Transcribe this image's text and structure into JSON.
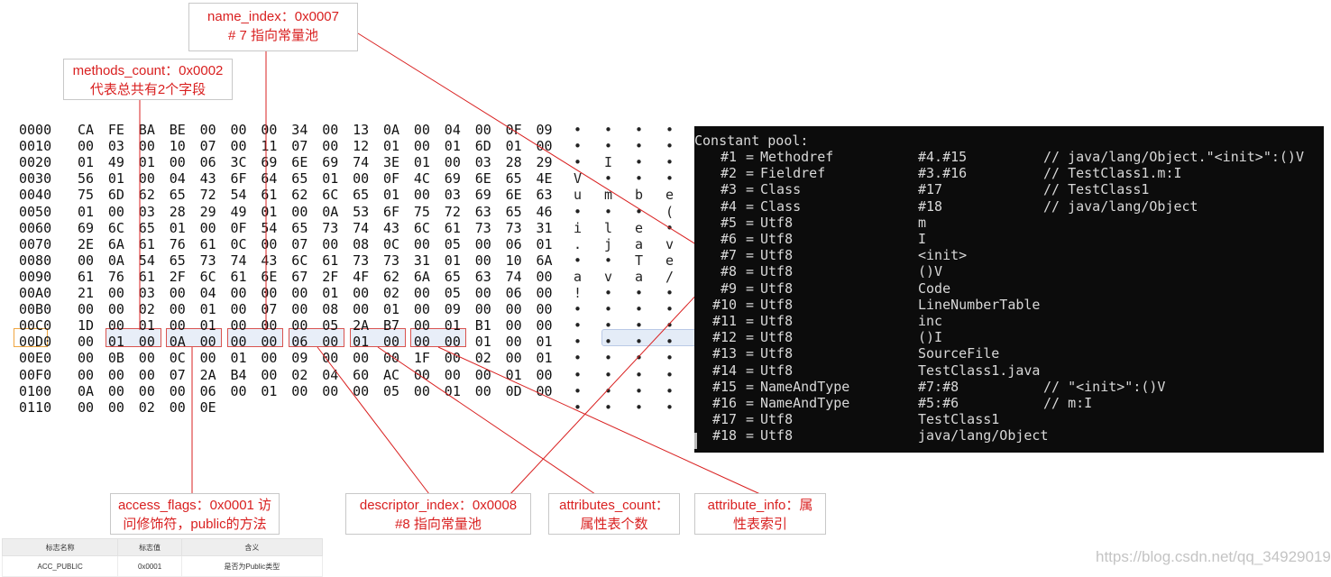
{
  "hex": {
    "rows": [
      {
        "addr": "0000",
        "bytes": [
          "CA",
          "FE",
          "BA",
          "BE",
          "00",
          "00",
          "00",
          "34",
          "00",
          "13",
          "0A",
          "00",
          "04",
          "00",
          "0F",
          "09"
        ],
        "chars": [
          "•",
          "•",
          "•",
          "•"
        ]
      },
      {
        "addr": "0010",
        "bytes": [
          "00",
          "03",
          "00",
          "10",
          "07",
          "00",
          "11",
          "07",
          "00",
          "12",
          "01",
          "00",
          "01",
          "6D",
          "01",
          "00"
        ],
        "chars": [
          "•",
          "•",
          "•",
          "•"
        ]
      },
      {
        "addr": "0020",
        "bytes": [
          "01",
          "49",
          "01",
          "00",
          "06",
          "3C",
          "69",
          "6E",
          "69",
          "74",
          "3E",
          "01",
          "00",
          "03",
          "28",
          "29"
        ],
        "chars": [
          "•",
          "I",
          "•",
          "•"
        ]
      },
      {
        "addr": "0030",
        "bytes": [
          "56",
          "01",
          "00",
          "04",
          "43",
          "6F",
          "64",
          "65",
          "01",
          "00",
          "0F",
          "4C",
          "69",
          "6E",
          "65",
          "4E"
        ],
        "chars": [
          "V",
          "•",
          "•",
          "•"
        ]
      },
      {
        "addr": "0040",
        "bytes": [
          "75",
          "6D",
          "62",
          "65",
          "72",
          "54",
          "61",
          "62",
          "6C",
          "65",
          "01",
          "00",
          "03",
          "69",
          "6E",
          "63"
        ],
        "chars": [
          "u",
          "m",
          "b",
          "e"
        ]
      },
      {
        "addr": "0050",
        "bytes": [
          "01",
          "00",
          "03",
          "28",
          "29",
          "49",
          "01",
          "00",
          "0A",
          "53",
          "6F",
          "75",
          "72",
          "63",
          "65",
          "46"
        ],
        "chars": [
          "•",
          "•",
          "•",
          "("
        ]
      },
      {
        "addr": "0060",
        "bytes": [
          "69",
          "6C",
          "65",
          "01",
          "00",
          "0F",
          "54",
          "65",
          "73",
          "74",
          "43",
          "6C",
          "61",
          "73",
          "73",
          "31"
        ],
        "chars": [
          "i",
          "l",
          "e",
          "•"
        ]
      },
      {
        "addr": "0070",
        "bytes": [
          "2E",
          "6A",
          "61",
          "76",
          "61",
          "0C",
          "00",
          "07",
          "00",
          "08",
          "0C",
          "00",
          "05",
          "00",
          "06",
          "01"
        ],
        "chars": [
          ".",
          "j",
          "a",
          "v"
        ]
      },
      {
        "addr": "0080",
        "bytes": [
          "00",
          "0A",
          "54",
          "65",
          "73",
          "74",
          "43",
          "6C",
          "61",
          "73",
          "73",
          "31",
          "01",
          "00",
          "10",
          "6A"
        ],
        "chars": [
          "•",
          "•",
          "T",
          "e"
        ]
      },
      {
        "addr": "0090",
        "bytes": [
          "61",
          "76",
          "61",
          "2F",
          "6C",
          "61",
          "6E",
          "67",
          "2F",
          "4F",
          "62",
          "6A",
          "65",
          "63",
          "74",
          "00"
        ],
        "chars": [
          "a",
          "v",
          "a",
          "/"
        ]
      },
      {
        "addr": "00A0",
        "bytes": [
          "21",
          "00",
          "03",
          "00",
          "04",
          "00",
          "00",
          "00",
          "01",
          "00",
          "02",
          "00",
          "05",
          "00",
          "06",
          "00"
        ],
        "chars": [
          "!",
          "•",
          "•",
          "•"
        ]
      },
      {
        "addr": "00B0",
        "bytes": [
          "00",
          "00",
          "02",
          "00",
          "01",
          "00",
          "07",
          "00",
          "08",
          "00",
          "01",
          "00",
          "09",
          "00",
          "00",
          "00"
        ],
        "chars": [
          "•",
          "•",
          "•",
          "•"
        ]
      },
      {
        "addr": "00C0",
        "bytes": [
          "1D",
          "00",
          "01",
          "00",
          "01",
          "00",
          "00",
          "00",
          "05",
          "2A",
          "B7",
          "00",
          "01",
          "B1",
          "00",
          "00"
        ],
        "chars": [
          "•",
          "•",
          "•",
          "•"
        ]
      },
      {
        "addr": "00D0",
        "bytes": [
          "00",
          "01",
          "00",
          "0A",
          "00",
          "00",
          "00",
          "06",
          "00",
          "01",
          "00",
          "00",
          "00",
          "01",
          "00",
          "01"
        ],
        "chars": [
          "•",
          "•",
          "•",
          "•"
        ]
      },
      {
        "addr": "00E0",
        "bytes": [
          "00",
          "0B",
          "00",
          "0C",
          "00",
          "01",
          "00",
          "09",
          "00",
          "00",
          "00",
          "1F",
          "00",
          "02",
          "00",
          "01"
        ],
        "chars": [
          "•",
          "•",
          "•",
          "•"
        ]
      },
      {
        "addr": "00F0",
        "bytes": [
          "00",
          "00",
          "00",
          "07",
          "2A",
          "B4",
          "00",
          "02",
          "04",
          "60",
          "AC",
          "00",
          "00",
          "00",
          "01",
          "00"
        ],
        "chars": [
          "•",
          "•",
          "•",
          "•"
        ]
      },
      {
        "addr": "0100",
        "bytes": [
          "0A",
          "00",
          "00",
          "00",
          "06",
          "00",
          "01",
          "00",
          "00",
          "00",
          "05",
          "00",
          "01",
          "00",
          "0D",
          "00"
        ],
        "chars": [
          "•",
          "•",
          "•",
          "•"
        ]
      },
      {
        "addr": "0110",
        "bytes": [
          "00",
          "00",
          "02",
          "00",
          "0E"
        ],
        "chars": [
          "•",
          "•",
          "•",
          "•"
        ]
      }
    ]
  },
  "annotations": {
    "name_index": {
      "line1": "name_index：0x0007",
      "line2": "# 7 指向常量池"
    },
    "methods_count": {
      "line1": "methods_count：0x0002",
      "line2": "代表总共有2个字段"
    },
    "access_flags": {
      "line1": "access_flags：0x0001 访",
      "line2": "问修饰符，public的方法"
    },
    "descriptor_index": {
      "line1": "descriptor_index：0x0008",
      "line2": "#8 指向常量池"
    },
    "attributes_count": {
      "line1": "attributes_count：",
      "line2": "属性表个数"
    },
    "attribute_info": {
      "line1": "attribute_info：属",
      "line2": "性表索引"
    }
  },
  "console": {
    "header": "Constant pool:",
    "entries": [
      {
        "idx": "#1",
        "type": "Methodref",
        "ref": "#4.#15",
        "comment": "// java/lang/Object.\"<init>\":()V"
      },
      {
        "idx": "#2",
        "type": "Fieldref",
        "ref": "#3.#16",
        "comment": "// TestClass1.m:I"
      },
      {
        "idx": "#3",
        "type": "Class",
        "ref": "#17",
        "comment": "// TestClass1"
      },
      {
        "idx": "#4",
        "type": "Class",
        "ref": "#18",
        "comment": "// java/lang/Object"
      },
      {
        "idx": "#5",
        "type": "Utf8",
        "ref": "m",
        "comment": ""
      },
      {
        "idx": "#6",
        "type": "Utf8",
        "ref": "I",
        "comment": ""
      },
      {
        "idx": "#7",
        "type": "Utf8",
        "ref": "<init>",
        "comment": ""
      },
      {
        "idx": "#8",
        "type": "Utf8",
        "ref": "()V",
        "comment": ""
      },
      {
        "idx": "#9",
        "type": "Utf8",
        "ref": "Code",
        "comment": ""
      },
      {
        "idx": "#10",
        "type": "Utf8",
        "ref": "LineNumberTable",
        "comment": ""
      },
      {
        "idx": "#11",
        "type": "Utf8",
        "ref": "inc",
        "comment": ""
      },
      {
        "idx": "#12",
        "type": "Utf8",
        "ref": "()I",
        "comment": ""
      },
      {
        "idx": "#13",
        "type": "Utf8",
        "ref": "SourceFile",
        "comment": ""
      },
      {
        "idx": "#14",
        "type": "Utf8",
        "ref": "TestClass1.java",
        "comment": ""
      },
      {
        "idx": "#15",
        "type": "NameAndType",
        "ref": "#7:#8",
        "comment": "// \"<init>\":()V"
      },
      {
        "idx": "#16",
        "type": "NameAndType",
        "ref": "#5:#6",
        "comment": "// m:I"
      },
      {
        "idx": "#17",
        "type": "Utf8",
        "ref": "TestClass1",
        "comment": ""
      },
      {
        "idx": "#18",
        "type": "Utf8",
        "ref": "java/lang/Object",
        "comment": ""
      }
    ]
  },
  "flag_table": {
    "headers": [
      "标志名称",
      "标志值",
      "含义"
    ],
    "row": [
      "ACC_PUBLIC",
      "0x0001",
      "是否为Public类型"
    ]
  },
  "watermark": "https://blog.csdn.net/qq_34929019",
  "colors": {
    "accent": "#d92020",
    "console_bg": "#0c0c0c",
    "addr_highlight": "#f0a640"
  }
}
